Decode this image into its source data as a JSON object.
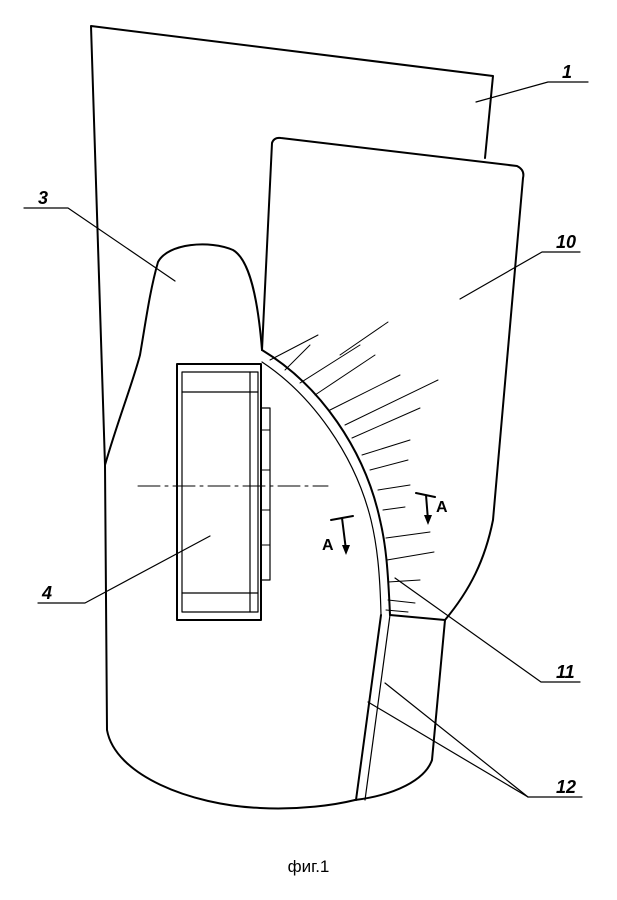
{
  "labels": {
    "part_1": "1",
    "part_3": "3",
    "part_4": "4",
    "part_10": "10",
    "part_11": "11",
    "part_12": "12"
  },
  "section_marks": {
    "left": "A",
    "right": "A"
  },
  "caption": "фиг.1",
  "colors": {
    "ink": "#000000",
    "paper": "#ffffff"
  }
}
